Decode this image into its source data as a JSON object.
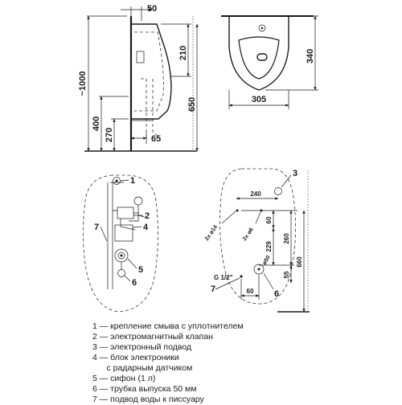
{
  "side_view": {
    "dims": {
      "top_offset": "50",
      "overall_height": "~1000",
      "cut_depth": "210",
      "fixing_height": "650",
      "bottom_height": "400",
      "outlet_height": "270",
      "outlet_offset": "65"
    }
  },
  "front_view": {
    "dims": {
      "width": "305",
      "depth": "340"
    }
  },
  "install_left": {
    "callouts": [
      "1",
      "2",
      "4",
      "7",
      "5",
      "6"
    ]
  },
  "install_right": {
    "callouts": {
      "sensor": "3",
      "water_inlet": "7",
      "siphon": "6"
    },
    "dims": {
      "width_top": "240",
      "anchor_left": "2x ø14",
      "anchor_right": "2x ø6",
      "v60": "60",
      "v229": "229",
      "v260": "260",
      "v660": "660",
      "v55": "55",
      "outlet_dia": "ø50",
      "thread": "G 1/2\"",
      "h60": "60"
    }
  },
  "legend": {
    "items": [
      "1 — крепление смыва с уплотнителем",
      "2 — электромагнитный клапан",
      "3 — электронный подвод",
      "4 — блок электроники",
      "      с радарным датчиком",
      "5 — сифон (1 л)",
      "6 — трубка выпуска 50 мм",
      "7 — подвод воды к писсуару"
    ]
  }
}
